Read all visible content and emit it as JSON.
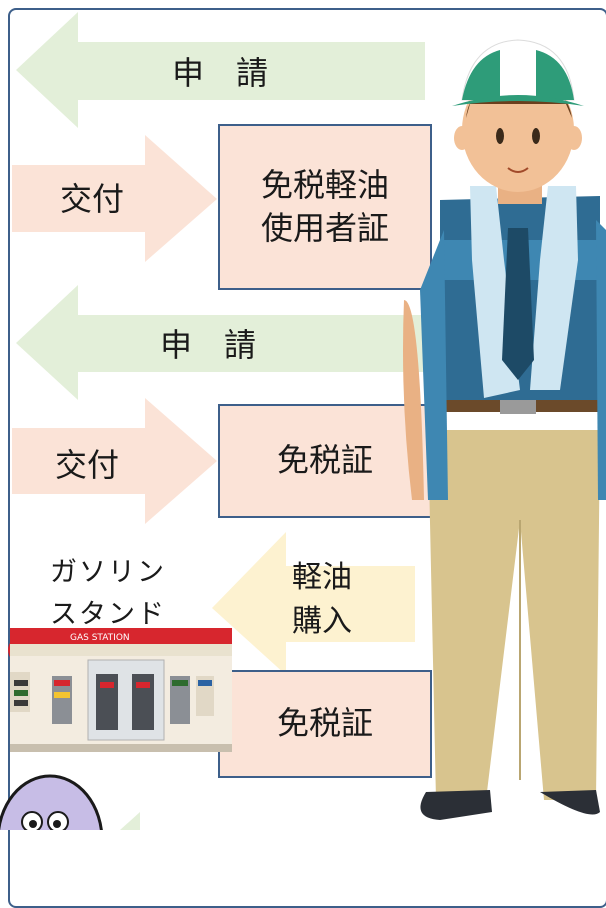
{
  "flow": {
    "apply_1": "申　請",
    "issue_1": "交付",
    "certificate_1": [
      "免税軽油",
      "使用者証"
    ],
    "apply_2": "申　請",
    "issue_2": "交付",
    "certificate_2": "免税証",
    "station_label": [
      "ガソリン",
      "スタンド"
    ],
    "purchase": [
      "軽油",
      "購入"
    ],
    "certificate_3": "免税証",
    "station_sign": "GAS STATION"
  },
  "colors": {
    "apply_arrow": "#e3efd9",
    "issue_arrow": "#fbe3d7",
    "purchase_arrow": "#fdf2d0",
    "card_fill": "#fbe3d7",
    "card_border": "#3d5f8a",
    "panel_border": "#3d5f8a"
  },
  "icons": {
    "worker": "worker-in-cap-figure",
    "station": "gas-station-building",
    "character": "purple-character"
  }
}
